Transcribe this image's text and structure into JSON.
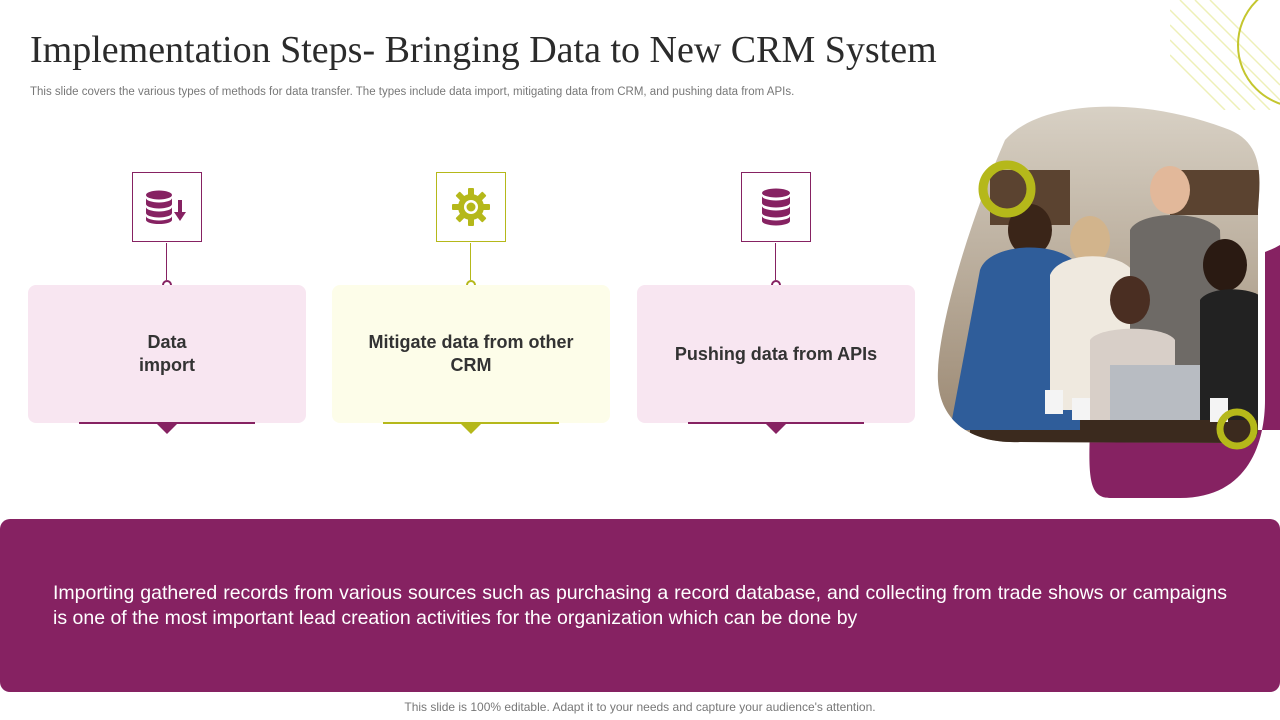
{
  "title": "Implementation Steps- Bringing Data to New CRM System",
  "subtitle": "This slide covers the various types of methods for data transfer. The types include data import, mitigating data from CRM, and pushing data from APIs.",
  "colors": {
    "purple": "#862262",
    "olive": "#b5b81a",
    "pink_card": "#f8e6f1",
    "cream_card": "#fdfde9"
  },
  "steps": [
    {
      "label": "Data\nimport",
      "icon": "database-download-icon",
      "theme": "purple"
    },
    {
      "label": "Mitigate data from other CRM",
      "icon": "gear-icon",
      "theme": "olive"
    },
    {
      "label": "Pushing data from APIs",
      "icon": "database-icon",
      "theme": "purple"
    }
  ],
  "banner_text": "Importing gathered records from various sources such as purchasing a record database, and collecting from trade shows or campaigns is one of the most important lead creation activities for the organization which can be done by",
  "footer": "This slide is 100% editable. Adapt it to your needs and capture your audience's attention."
}
